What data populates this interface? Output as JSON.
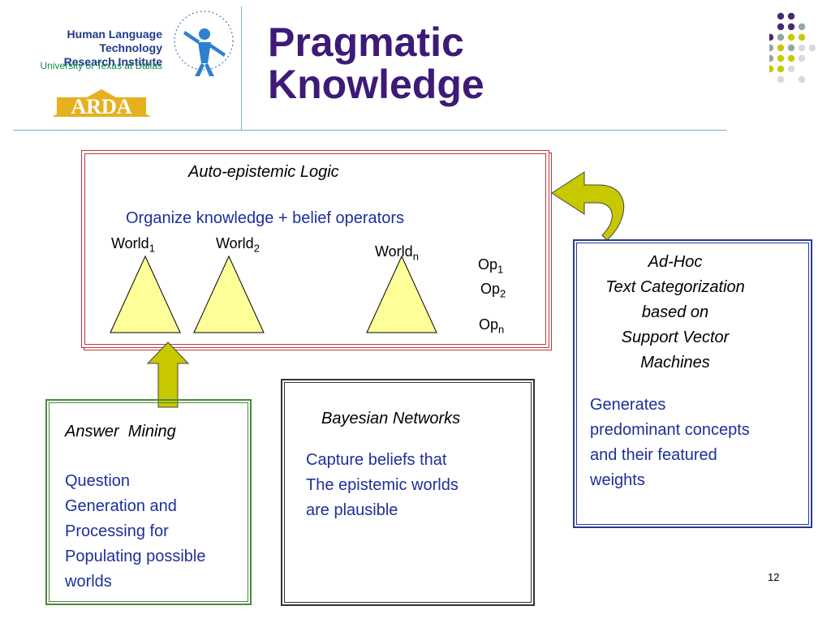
{
  "header": {
    "org_line1": "Human Language Technology",
    "org_line2": "Research Institute",
    "university": "University of Texas at Dallas",
    "arda_logo": "ARDA"
  },
  "slide": {
    "title_line1": "Pragmatic",
    "title_line2": "Knowledge",
    "page_number": "12"
  },
  "auto_box": {
    "heading": "Auto-epistemic Logic",
    "subtitle": "Organize knowledge + belief operators",
    "worlds": [
      {
        "label": "World",
        "sub": "1"
      },
      {
        "label": "World",
        "sub": "2"
      },
      {
        "label": "World",
        "sub": "n"
      }
    ],
    "ops": [
      {
        "label": "Op",
        "sub": "1"
      },
      {
        "label": "Op",
        "sub": "2"
      },
      {
        "label": "Op",
        "sub": "n"
      }
    ]
  },
  "adhoc_box": {
    "heading_lines": [
      "Ad-Hoc",
      "Text Categorization",
      "based on",
      "Support Vector",
      "Machines"
    ],
    "body_lines": [
      "Generates",
      "predominant concepts",
      "and their featured",
      "weights"
    ]
  },
  "bayes_box": {
    "heading": "Bayesian Networks",
    "body_lines": [
      "Capture beliefs that",
      "The epistemic worlds",
      "are plausible"
    ]
  },
  "answer_box": {
    "heading": "Answer  Mining",
    "body_lines": [
      "Question",
      "Generation and",
      "Processing for",
      "Populating possible",
      "worlds"
    ]
  },
  "colors": {
    "title": "#3d1a78",
    "arrow_fill": "#c8c800",
    "triangle_fill": "#ffff99",
    "red_border": "#c0353b",
    "blue_border": "#2a3b8f",
    "green_border": "#4a8a3a"
  }
}
